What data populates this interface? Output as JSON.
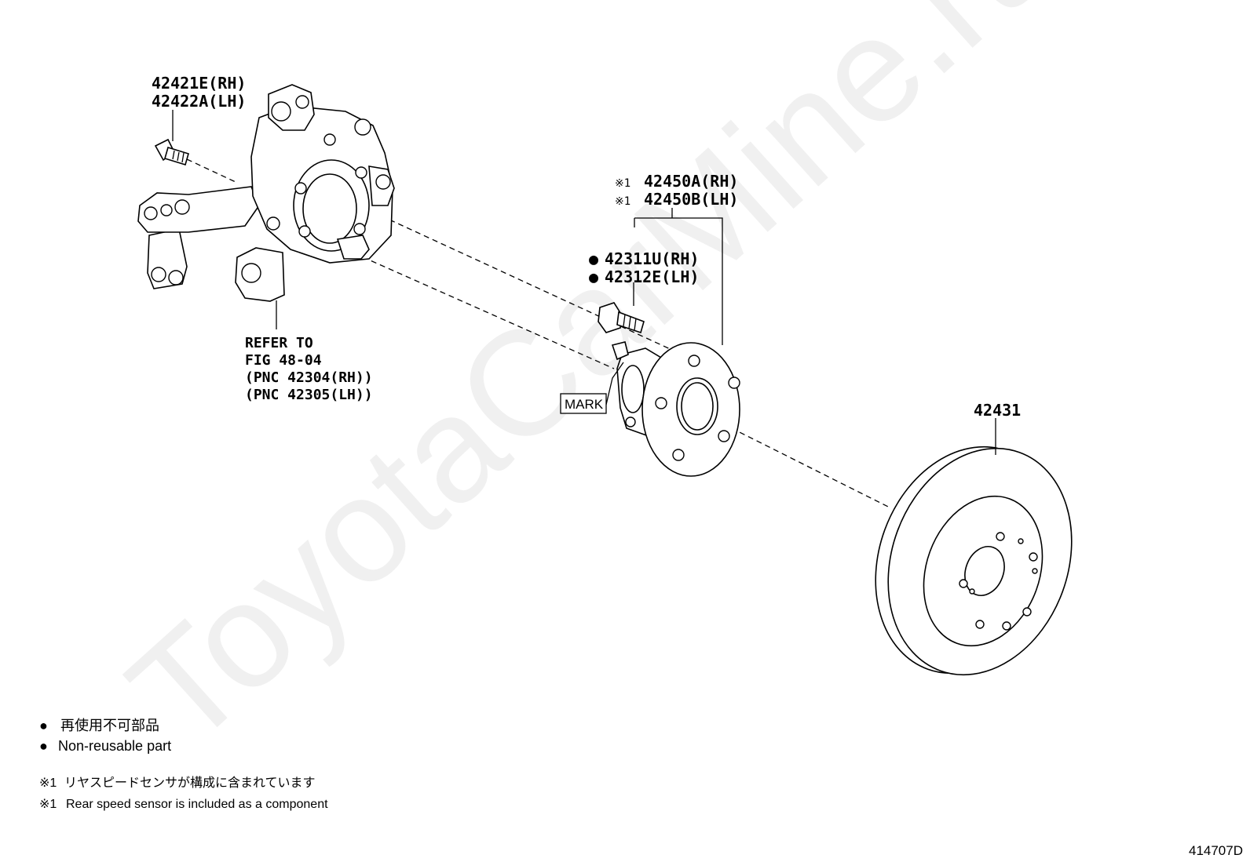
{
  "watermark": "ToyotaCarMine.ru",
  "callouts": {
    "bolt": {
      "line1": "42421E(RH)",
      "line2": "42422A(LH)"
    },
    "hub": {
      "line1": "42450A(RH)",
      "line2": "42450B(LH)",
      "marker": "※1"
    },
    "hub_bolt": {
      "line1": "42311U(RH)",
      "line2": "42312E(LH)",
      "marker": "●"
    },
    "knuckle_ref": {
      "line1": "REFER TO",
      "line2": "FIG 48-04",
      "line3": "(PNC 42304(RH))",
      "line4": "(PNC 42305(LH))"
    },
    "mark": "MARK",
    "disc": "42431"
  },
  "legend": {
    "bullet": "●",
    "jp": "再使用不可部品",
    "en": "Non-reusable part"
  },
  "notes": {
    "marker": "※1",
    "jp": "リヤスピードセンサが構成に含まれています",
    "en": "Rear speed sensor is included as a component"
  },
  "figure_id": "414707D"
}
